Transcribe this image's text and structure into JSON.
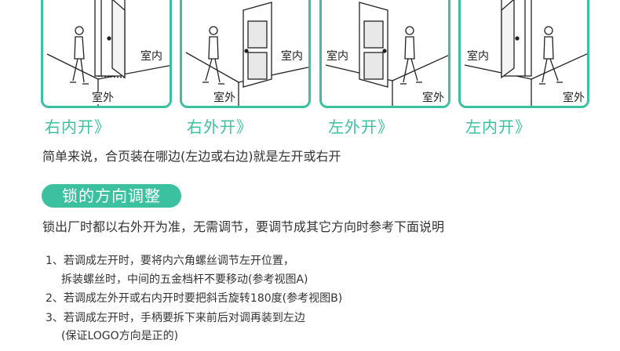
{
  "panels": [
    {
      "indoor": "室内",
      "outdoor": "室外",
      "caption": "右内开》"
    },
    {
      "indoor": "室内",
      "outdoor": "室外",
      "caption": "右外开》"
    },
    {
      "indoor": "室内",
      "outdoor": "室外",
      "caption": "左外开》"
    },
    {
      "indoor": "室内",
      "outdoor": "室外",
      "caption": "左内开》"
    }
  ],
  "summary": "简单来说，合页装在哪边(左边或右边)就是左开或右开",
  "section": {
    "title": "锁的方向调整",
    "intro": "锁出厂时都以右外开为准，无需调节，要调节成其它方向时参考下面说明",
    "notes": [
      "1、若调成左开时，要将内六角螺丝调节左开位置，",
      "拆装螺丝时，中间的五金档杆不要移动(参考视图A)",
      "2、若调成左外开或右内开时要把斜舌旋转180度(参考视图B)",
      "3、若调成左开时，手柄要拆下来前后对调再装到左边",
      "(保证LOGO方向是正的)"
    ]
  },
  "colors": {
    "accent": "#3cc1a0",
    "text": "#333333"
  }
}
